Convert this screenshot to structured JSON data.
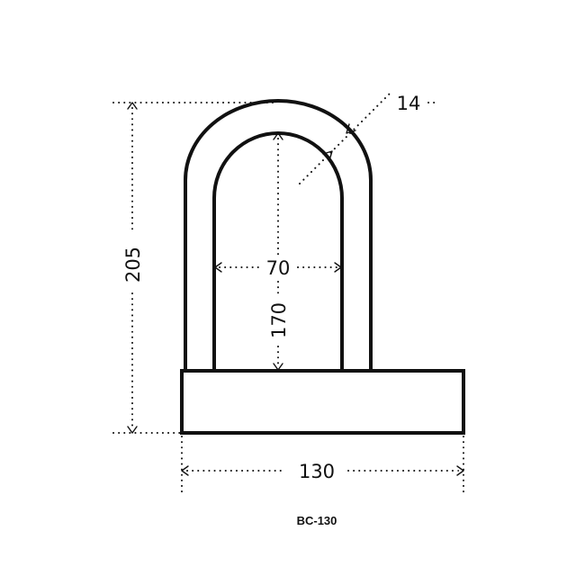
{
  "diagram": {
    "dimensions": {
      "overall_height": "205",
      "inner_height": "170",
      "inner_width": "70",
      "shackle_thickness": "14",
      "body_width": "130"
    },
    "model_label": "BC-130",
    "stroke_color": "#111111",
    "background_color": "#ffffff"
  }
}
